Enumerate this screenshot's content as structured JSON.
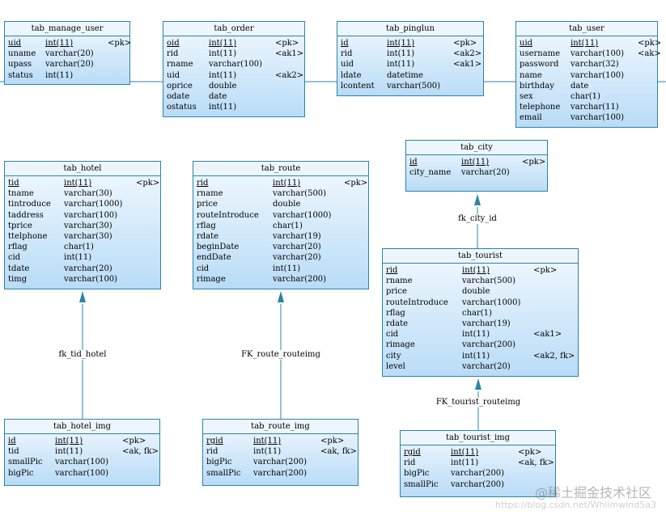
{
  "colors": {
    "entity_border": "#2a84a8",
    "connector": "#2a84a8",
    "fill_top": "#f2f9ff",
    "fill_bottom": "#b9dcf7"
  },
  "entities": [
    {
      "id": "tab_manage_user",
      "title": "tab_manage_user",
      "attrs": [
        {
          "name": "uid",
          "type": "int(11)",
          "key": "<pk>",
          "pk": true
        },
        {
          "name": "uname",
          "type": "varchar(20)",
          "key": ""
        },
        {
          "name": "upass",
          "type": "varchar(20)",
          "key": ""
        },
        {
          "name": "status",
          "type": "int(11)",
          "key": ""
        }
      ]
    },
    {
      "id": "tab_order",
      "title": "tab_order",
      "attrs": [
        {
          "name": "oid",
          "type": "int(11)",
          "key": "<pk>",
          "pk": true
        },
        {
          "name": "rid",
          "type": "int(11)",
          "key": "<ak1>"
        },
        {
          "name": "rname",
          "type": "varchar(100)",
          "key": ""
        },
        {
          "name": "uid",
          "type": "int(11)",
          "key": "<ak2>"
        },
        {
          "name": "oprice",
          "type": "double",
          "key": ""
        },
        {
          "name": "odate",
          "type": "date",
          "key": ""
        },
        {
          "name": "ostatus",
          "type": "int(11)",
          "key": ""
        }
      ]
    },
    {
      "id": "tab_pinglun",
      "title": "tab_pinglun",
      "attrs": [
        {
          "name": "id",
          "type": "int(11)",
          "key": "<pk>",
          "pk": true
        },
        {
          "name": "rid",
          "type": "int(11)",
          "key": "<ak2>"
        },
        {
          "name": "uid",
          "type": "int(11)",
          "key": "<ak1>"
        },
        {
          "name": "ldate",
          "type": "datetime",
          "key": ""
        },
        {
          "name": "lcontent",
          "type": "varchar(500)",
          "key": ""
        }
      ]
    },
    {
      "id": "tab_user",
      "title": "tab_user",
      "attrs": [
        {
          "name": "uid",
          "type": "int(11)",
          "key": "<pk>",
          "pk": true
        },
        {
          "name": "username",
          "type": "varchar(100)",
          "key": "<ak>"
        },
        {
          "name": "password",
          "type": "varchar(32)",
          "key": ""
        },
        {
          "name": "name",
          "type": "varchar(100)",
          "key": ""
        },
        {
          "name": "birthday",
          "type": "date",
          "key": ""
        },
        {
          "name": "sex",
          "type": "char(1)",
          "key": ""
        },
        {
          "name": "telephone",
          "type": "varchar(11)",
          "key": ""
        },
        {
          "name": "email",
          "type": "varchar(100)",
          "key": ""
        }
      ]
    },
    {
      "id": "tab_city",
      "title": "tab_city",
      "attrs": [
        {
          "name": "id",
          "type": "int(11)",
          "key": "<pk>",
          "pk": true
        },
        {
          "name": "city_name",
          "type": "varchar(20)",
          "key": ""
        }
      ]
    },
    {
      "id": "tab_hotel",
      "title": "tab_hotel",
      "attrs": [
        {
          "name": "tid",
          "type": "int(11)",
          "key": "<pk>",
          "pk": true
        },
        {
          "name": "tname",
          "type": "varchar(30)",
          "key": ""
        },
        {
          "name": "tintroduce",
          "type": "varchar(1000)",
          "key": ""
        },
        {
          "name": "taddress",
          "type": "varchar(100)",
          "key": ""
        },
        {
          "name": "tprice",
          "type": "varchar(30)",
          "key": ""
        },
        {
          "name": "ttelphone",
          "type": "varchar(30)",
          "key": ""
        },
        {
          "name": "rflag",
          "type": "char(1)",
          "key": ""
        },
        {
          "name": "cid",
          "type": "int(11)",
          "key": ""
        },
        {
          "name": "tdate",
          "type": "varchar(20)",
          "key": ""
        },
        {
          "name": "timg",
          "type": "varchar(100)",
          "key": ""
        }
      ]
    },
    {
      "id": "tab_route",
      "title": "tab_route",
      "attrs": [
        {
          "name": "rid",
          "type": "int(11)",
          "key": "<pk>",
          "pk": true
        },
        {
          "name": "rname",
          "type": "varchar(500)",
          "key": ""
        },
        {
          "name": "price",
          "type": "double",
          "key": ""
        },
        {
          "name": "routeIntroduce",
          "type": "varchar(1000)",
          "key": ""
        },
        {
          "name": "rflag",
          "type": "char(1)",
          "key": ""
        },
        {
          "name": "rdate",
          "type": "varchar(19)",
          "key": ""
        },
        {
          "name": "beginDate",
          "type": "varchar(20)",
          "key": ""
        },
        {
          "name": "endDate",
          "type": "varchar(20)",
          "key": ""
        },
        {
          "name": "cid",
          "type": "int(11)",
          "key": ""
        },
        {
          "name": "rimage",
          "type": "varchar(200)",
          "key": ""
        }
      ]
    },
    {
      "id": "tab_tourist",
      "title": "tab_tourist",
      "attrs": [
        {
          "name": "rid",
          "type": "int(11)",
          "key": "<pk>",
          "pk": true
        },
        {
          "name": "rname",
          "type": "varchar(500)",
          "key": ""
        },
        {
          "name": "price",
          "type": "double",
          "key": ""
        },
        {
          "name": "routeIntroduce",
          "type": "varchar(1000)",
          "key": ""
        },
        {
          "name": "rflag",
          "type": "char(1)",
          "key": ""
        },
        {
          "name": "rdate",
          "type": "varchar(19)",
          "key": ""
        },
        {
          "name": "cid",
          "type": "int(11)",
          "key": "<ak1>"
        },
        {
          "name": "rimage",
          "type": "varchar(200)",
          "key": ""
        },
        {
          "name": "city",
          "type": "int(11)",
          "key": "<ak2, fk>"
        },
        {
          "name": "level",
          "type": "varchar(20)",
          "key": ""
        }
      ]
    },
    {
      "id": "tab_hotel_img",
      "title": "tab_hotel_img",
      "attrs": [
        {
          "name": "id",
          "type": "int(11)",
          "key": "<pk>",
          "pk": true
        },
        {
          "name": "tid",
          "type": "int(11)",
          "key": "<ak, fk>"
        },
        {
          "name": "smallPic",
          "type": "varchar(100)",
          "key": ""
        },
        {
          "name": "bigPic",
          "type": "varchar(100)",
          "key": ""
        }
      ]
    },
    {
      "id": "tab_route_img",
      "title": "tab_route_img",
      "attrs": [
        {
          "name": "rgid",
          "type": "int(11)",
          "key": "<pk>",
          "pk": true
        },
        {
          "name": "rid",
          "type": "int(11)",
          "key": "<ak, fk>"
        },
        {
          "name": "bigPic",
          "type": "varchar(200)",
          "key": ""
        },
        {
          "name": "smallPic",
          "type": "varchar(200)",
          "key": ""
        }
      ]
    },
    {
      "id": "tab_tourist_img",
      "title": "tab_tourist_img",
      "attrs": [
        {
          "name": "rgid",
          "type": "int(11)",
          "key": "<pk>",
          "pk": true
        },
        {
          "name": "rid",
          "type": "int(11)",
          "key": "<ak, fk>"
        },
        {
          "name": "bigPic",
          "type": "varchar(200)",
          "key": ""
        },
        {
          "name": "smallPic",
          "type": "varchar(200)",
          "key": ""
        }
      ]
    }
  ],
  "relationships": [
    {
      "id": "fk_city_id",
      "label": "fk_city_id",
      "from": "tab_tourist",
      "to": "tab_city"
    },
    {
      "id": "fk_tid_hotel",
      "label": "fk_tid_hotel",
      "from": "tab_hotel_img",
      "to": "tab_hotel"
    },
    {
      "id": "FK_route_routeimg",
      "label": "FK_route_routeimg",
      "from": "tab_route_img",
      "to": "tab_route"
    },
    {
      "id": "FK_tourist_routeimg",
      "label": "FK_tourist_routeimg",
      "from": "tab_tourist_img",
      "to": "tab_tourist"
    }
  ],
  "watermark": {
    "text": "@稀土掘金技术社区",
    "subtext": "https://blog.csdn.net/Whlimwind5a3"
  }
}
